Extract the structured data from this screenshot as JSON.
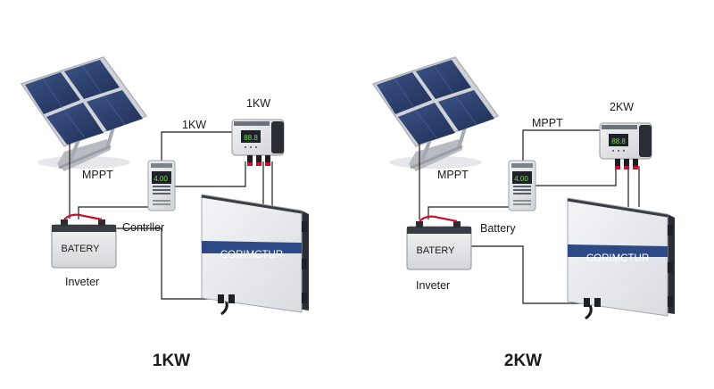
{
  "panels": [
    {
      "title": "1KW",
      "labels": {
        "mppt": "MPPT",
        "top_wire": "1KW",
        "inverter_top": "1KW",
        "middle": "Contrller",
        "inverter": "Inveter"
      },
      "controller_display": "4.00",
      "meter_display": "88.8",
      "battery_label": "BATERY",
      "inverter_brand": "CORIMCTUR"
    },
    {
      "title": "2KW",
      "labels": {
        "mppt": "MPPT",
        "top_wire": "MPPT",
        "inverter_top": "2KW",
        "middle": "Battery",
        "inverter": "Inveter"
      },
      "controller_display": "4.00",
      "meter_display": "88.8",
      "battery_label": "BATERY",
      "inverter_brand": "CORIMCTUR"
    }
  ],
  "colors": {
    "panel_cell": "#2b3f6b",
    "panel_frame": "#c9ccd1",
    "inverter_band": "#2d4a86",
    "display_green": "#7ed957",
    "wire_red": "#c8102e"
  }
}
